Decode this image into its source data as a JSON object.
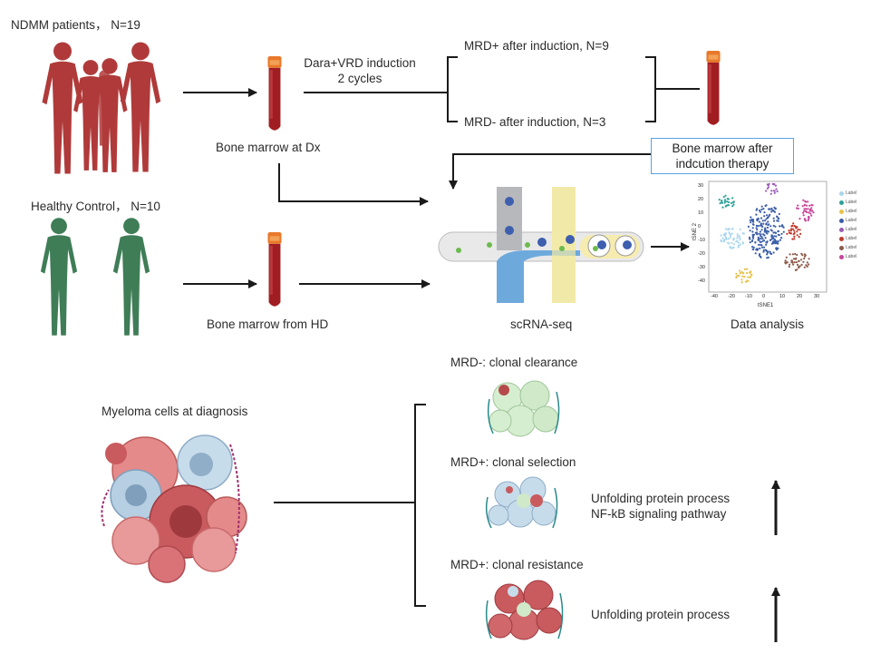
{
  "patients": {
    "ndmm_label": "NDMM patients， N=19",
    "healthy_label": "Healthy Control， N=10"
  },
  "flow": {
    "induction_line1": "Dara+VRD induction",
    "induction_line2": "2 cycles",
    "mrd_pos": "MRD+ after induction, N=9",
    "mrd_neg": "MRD- after induction, N=3",
    "bm_dx": "Bone marrow at Dx",
    "bm_after_line1": "Bone marrow after",
    "bm_after_line2": "indcution therapy",
    "bm_hd": "Bone marrow from HD",
    "scrna": "scRNA-seq",
    "data_analysis": "Data analysis"
  },
  "tsne": {
    "x_label": "tSNE1",
    "y_label": "tSNE 2",
    "x_ticks": [
      "-40",
      "-20",
      "-10",
      "0",
      "10",
      "20",
      "30"
    ],
    "y_ticks": [
      "30",
      "20",
      "10",
      "0",
      "-10",
      "-20",
      "-30",
      "-40"
    ],
    "legend": [
      {
        "label": "Label",
        "color": "#a9d6ec"
      },
      {
        "label": "Label",
        "color": "#2aa198"
      },
      {
        "label": "Label",
        "color": "#e6c24a"
      },
      {
        "label": "Label",
        "color": "#3b5ea8"
      },
      {
        "label": "Label",
        "color": "#9b59b6"
      },
      {
        "label": "Label",
        "color": "#c0392b"
      },
      {
        "label": "Label",
        "color": "#8e5a4a"
      },
      {
        "label": "Label",
        "color": "#c8449a"
      }
    ]
  },
  "outcomes": {
    "myeloma": "Myeloma cells at diagnosis",
    "neg_clearance": "MRD-: clonal clearance",
    "pos_selection": "MRD+: clonal selection",
    "pos_resistance": "MRD+: clonal resistance",
    "sel_path1": "Unfolding protein process",
    "sel_path2": "NF-kB signaling pathway",
    "res_path1": "Unfolding protein process"
  },
  "colors": {
    "patient": "#b03a3a",
    "healthy": "#3f7d57",
    "tube_blood": "#a01e22",
    "tube_cap": "#e8792a",
    "box_border": "#5aa4e0"
  }
}
